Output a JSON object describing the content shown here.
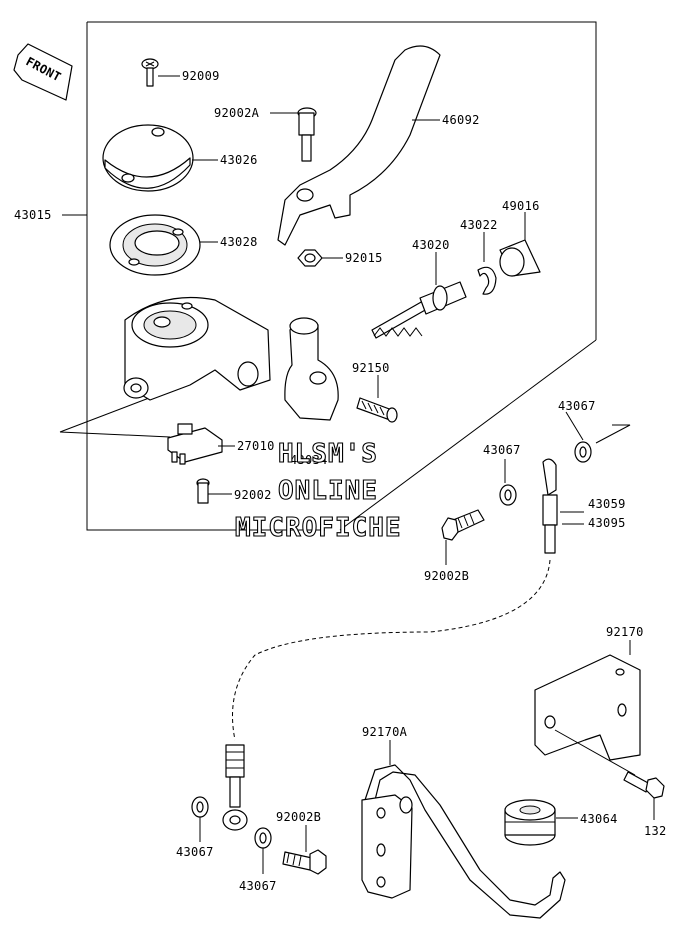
{
  "labels": {
    "p92009": "92009",
    "p92002A": "92002A",
    "p46092": "46092",
    "p43026": "43026",
    "p43015": "43015",
    "p43028": "43028",
    "p49016": "49016",
    "p43022": "43022",
    "p43020": "43020",
    "p92015": "92015",
    "p92150": "92150",
    "p43067a": "43067",
    "p27010": "27010",
    "p43034": "43034",
    "p43067b": "43067",
    "p92002": "92002",
    "p43059": "43059",
    "p43095": "43095",
    "p92002Ba": "92002B",
    "p92170": "92170",
    "p92170A": "92170A",
    "p92002Bb": "92002B",
    "p43064": "43064",
    "p43067c": "43067",
    "p132": "132",
    "p43067d": "43067"
  },
  "front_arrow": "FRONT",
  "watermark": {
    "line1": "HLSM'S",
    "line2": "ONLINE",
    "line3": "MICROFICHE"
  },
  "icons": {
    "front": "front-arrow-icon"
  }
}
